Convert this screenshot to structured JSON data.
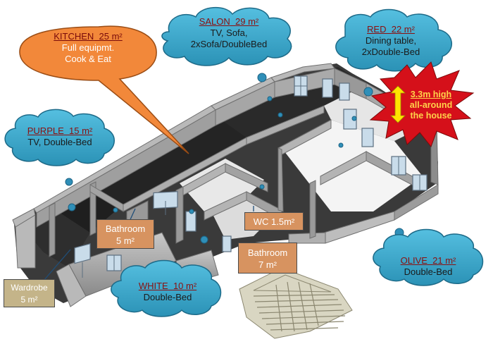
{
  "colors": {
    "cloud_fill": "#3aa7c9",
    "cloud_stroke": "#1f6f8e",
    "kitchen_fill": "#f2883a",
    "room_box_fill": "#d8945c",
    "room_box_stroke": "#4a4a4a",
    "wardrobe_fill": "#c6b68a",
    "wall_top": "#bdbdbd",
    "wall_side": "#8f8f8f",
    "floor": "#2a2a2a",
    "starburst_fill": "#d5101a",
    "arrow_yellow": "#ffe400",
    "title_red": "#8b1010"
  },
  "labels": {
    "kitchen": {
      "name": "KITCHEN",
      "area": "25 m²",
      "line1": "Full equipmt.",
      "line2": "Cook & Eat"
    },
    "salon": {
      "name": "SALON",
      "area": "29 m²",
      "line1": "TV, Sofa,",
      "line2": "2xSofa/DoubleBed"
    },
    "red": {
      "name": "RED",
      "area": "22 m²",
      "line1": "Dining table,",
      "line2": "2xDouble-Bed"
    },
    "purple": {
      "name": "PURPLE",
      "area": "15 m²",
      "line1": "TV, Double-Bed"
    },
    "white": {
      "name": "WHITE",
      "area": "10 m²",
      "line1": "Double-Bed"
    },
    "olive": {
      "name": "OLIVE",
      "area": "21 m²",
      "line1": "Double-Bed"
    }
  },
  "rooms": {
    "bathroom1": {
      "line1": "Bathroom",
      "line2": "5 m²"
    },
    "wc": {
      "line1": "WC 1.5m²"
    },
    "bathroom2": {
      "line1": "Bathroom",
      "line2": "7 m²"
    },
    "wardrobe": {
      "line1": "Wardrobe",
      "line2": "5 m²"
    }
  },
  "height_note": {
    "line1": "3.3m high",
    "line2": "all-around",
    "line3": "the house"
  }
}
